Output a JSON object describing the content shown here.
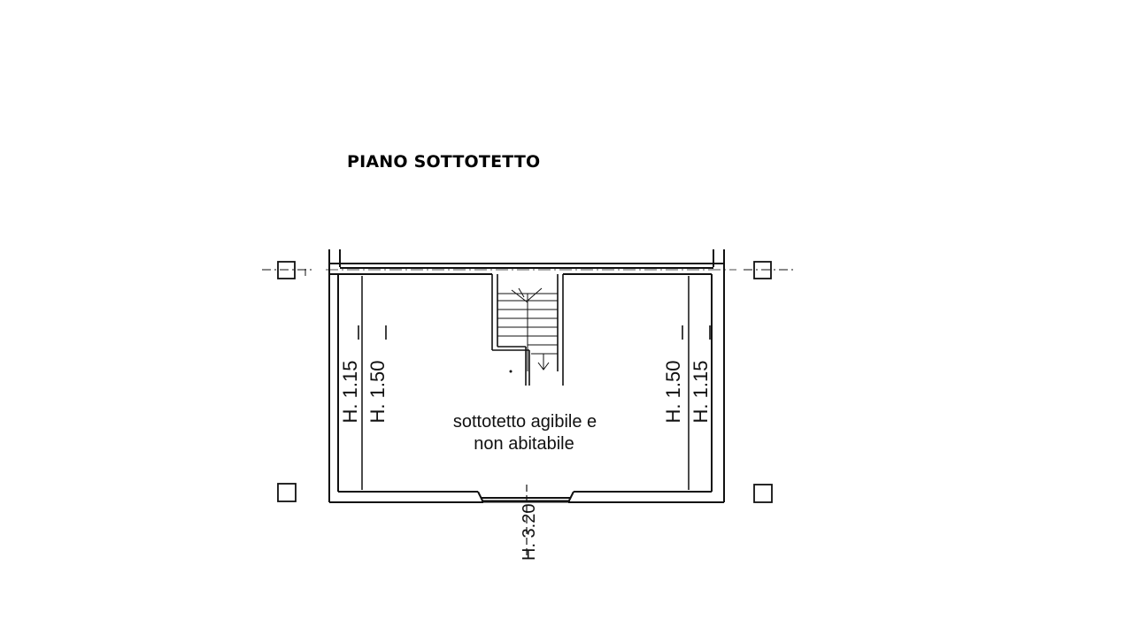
{
  "title": "PIANO SOTTOTETTO",
  "room_label_line1": "sottotetto agibile e",
  "room_label_line2": "non abitabile",
  "heights": {
    "left_outer": "H. 1.15",
    "left_inner": "H. 1.50",
    "right_inner": "H. 1.50",
    "right_outer": "H. 1.15",
    "ridge": "H. 3.20"
  }
}
